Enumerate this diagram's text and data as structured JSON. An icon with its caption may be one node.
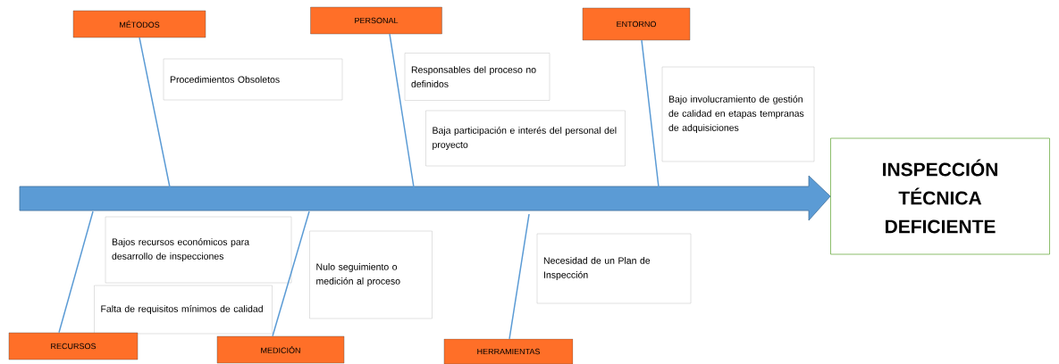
{
  "diagram": {
    "nodes": [
      {
        "text": [
          "MÉTODOS"
        ]
      },
      {
        "text": [
          "PERSONAL"
        ]
      },
      {
        "text": [
          "ENTORNO"
        ]
      },
      {
        "text": [
          "Procedimientos  Obsoletos"
        ]
      },
      {
        "text": [
          "Responsables del proceso no definidos"
        ]
      },
      {
        "text": [
          "Baja participación e interés del personal del proyecto"
        ]
      },
      {
        "text": [
          "Bajo involucramiento de gestión de calidad en etapas tempranas de adquisiciones"
        ]
      },
      {
        "text": [
          "INSPECCIÓN TÉCNICA DEFICIENTE"
        ]
      },
      {
        "text": [
          "Bajos recursos económicos para desarrollo de inspecciones"
        ]
      },
      {
        "text": [
          "Falta de requisitos mínimos de calidad"
        ]
      },
      {
        "text": [
          "Nulo seguimiento o medición al proceso"
        ]
      },
      {
        "text": [
          "Necesidad de un Plan de Inspección"
        ]
      },
      {
        "text": [
          "RECURSOS"
        ]
      },
      {
        "text": [
          "MEDICIÓN"
        ]
      },
      {
        "text": [
          "HERRAMIENTAS"
        ]
      }
    ],
    "edges": [
      {
        "from": null,
        "to": 7,
        "arrow": "to"
      },
      {
        "from": 0,
        "to": null,
        "arrow": "none"
      },
      {
        "from": 1,
        "to": null,
        "arrow": "none"
      },
      {
        "from": 2,
        "to": null,
        "arrow": "none"
      },
      {
        "from": 12,
        "to": null,
        "arrow": "none"
      },
      {
        "from": 13,
        "to": null,
        "arrow": "none"
      },
      {
        "from": 14,
        "to": null,
        "arrow": "none"
      }
    ]
  }
}
